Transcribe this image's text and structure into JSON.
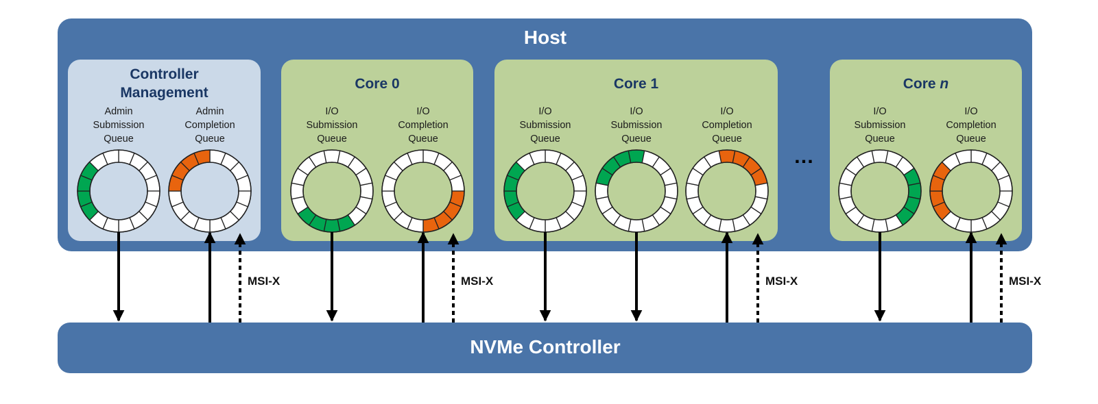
{
  "host": {
    "title": "Host"
  },
  "controller": {
    "title": "NVMe Controller"
  },
  "colors": {
    "host_bg": "#4a74a8",
    "controller_bg": "#4a74a8",
    "mgmt_bg": "#cbd9e8",
    "core_bg": "#bcd19a",
    "submission_fill": "#00a651",
    "completion_fill": "#e8640e",
    "empty_slot": "#ffffff",
    "title_text": "#1a3764"
  },
  "ellipsis": "…",
  "msix_label": "MSI-X",
  "segments_per_queue": 16,
  "groups": [
    {
      "id": "controller-management",
      "title_lines": [
        "Controller",
        "Management"
      ],
      "kind": "management",
      "queues": [
        {
          "type": "submission",
          "label_lines": [
            "Admin",
            "Submission",
            "Queue"
          ],
          "filled_slots": 4,
          "msix": false
        },
        {
          "type": "completion",
          "label_lines": [
            "Admin",
            "Completion",
            "Queue"
          ],
          "filled_slots": 4,
          "msix": true
        }
      ]
    },
    {
      "id": "core-0",
      "title_lines": [
        "Core 0"
      ],
      "kind": "core",
      "queues": [
        {
          "type": "submission",
          "label_lines": [
            "I/O",
            "Submission",
            "Queue"
          ],
          "filled_slots": 4,
          "msix": false
        },
        {
          "type": "completion",
          "label_lines": [
            "I/O",
            "Completion",
            "Queue"
          ],
          "filled_slots": 4,
          "msix": true
        }
      ]
    },
    {
      "id": "core-1",
      "title_lines": [
        "Core 1"
      ],
      "kind": "core",
      "queues": [
        {
          "type": "submission",
          "label_lines": [
            "I/O",
            "Submission",
            "Queue"
          ],
          "filled_slots": 4,
          "msix": false
        },
        {
          "type": "submission",
          "label_lines": [
            "I/O",
            "Submission",
            "Queue"
          ],
          "filled_slots": 4,
          "msix": false
        },
        {
          "type": "completion",
          "label_lines": [
            "I/O",
            "Completion",
            "Queue"
          ],
          "filled_slots": 4,
          "msix": true
        }
      ]
    },
    {
      "id": "core-n",
      "title_lines": [
        "Core ",
        "n"
      ],
      "title_italic_suffix": true,
      "kind": "core",
      "queues": [
        {
          "type": "submission",
          "label_lines": [
            "I/O",
            "Submission",
            "Queue"
          ],
          "filled_slots": 4,
          "msix": false
        },
        {
          "type": "completion",
          "label_lines": [
            "I/O",
            "Completion",
            "Queue"
          ],
          "filled_slots": 4,
          "msix": true
        }
      ]
    }
  ],
  "arrows": {
    "submission_direction": "host-to-controller",
    "completion_direction": "controller-to-host",
    "msix_direction": "controller-to-host (dashed interrupt)"
  }
}
